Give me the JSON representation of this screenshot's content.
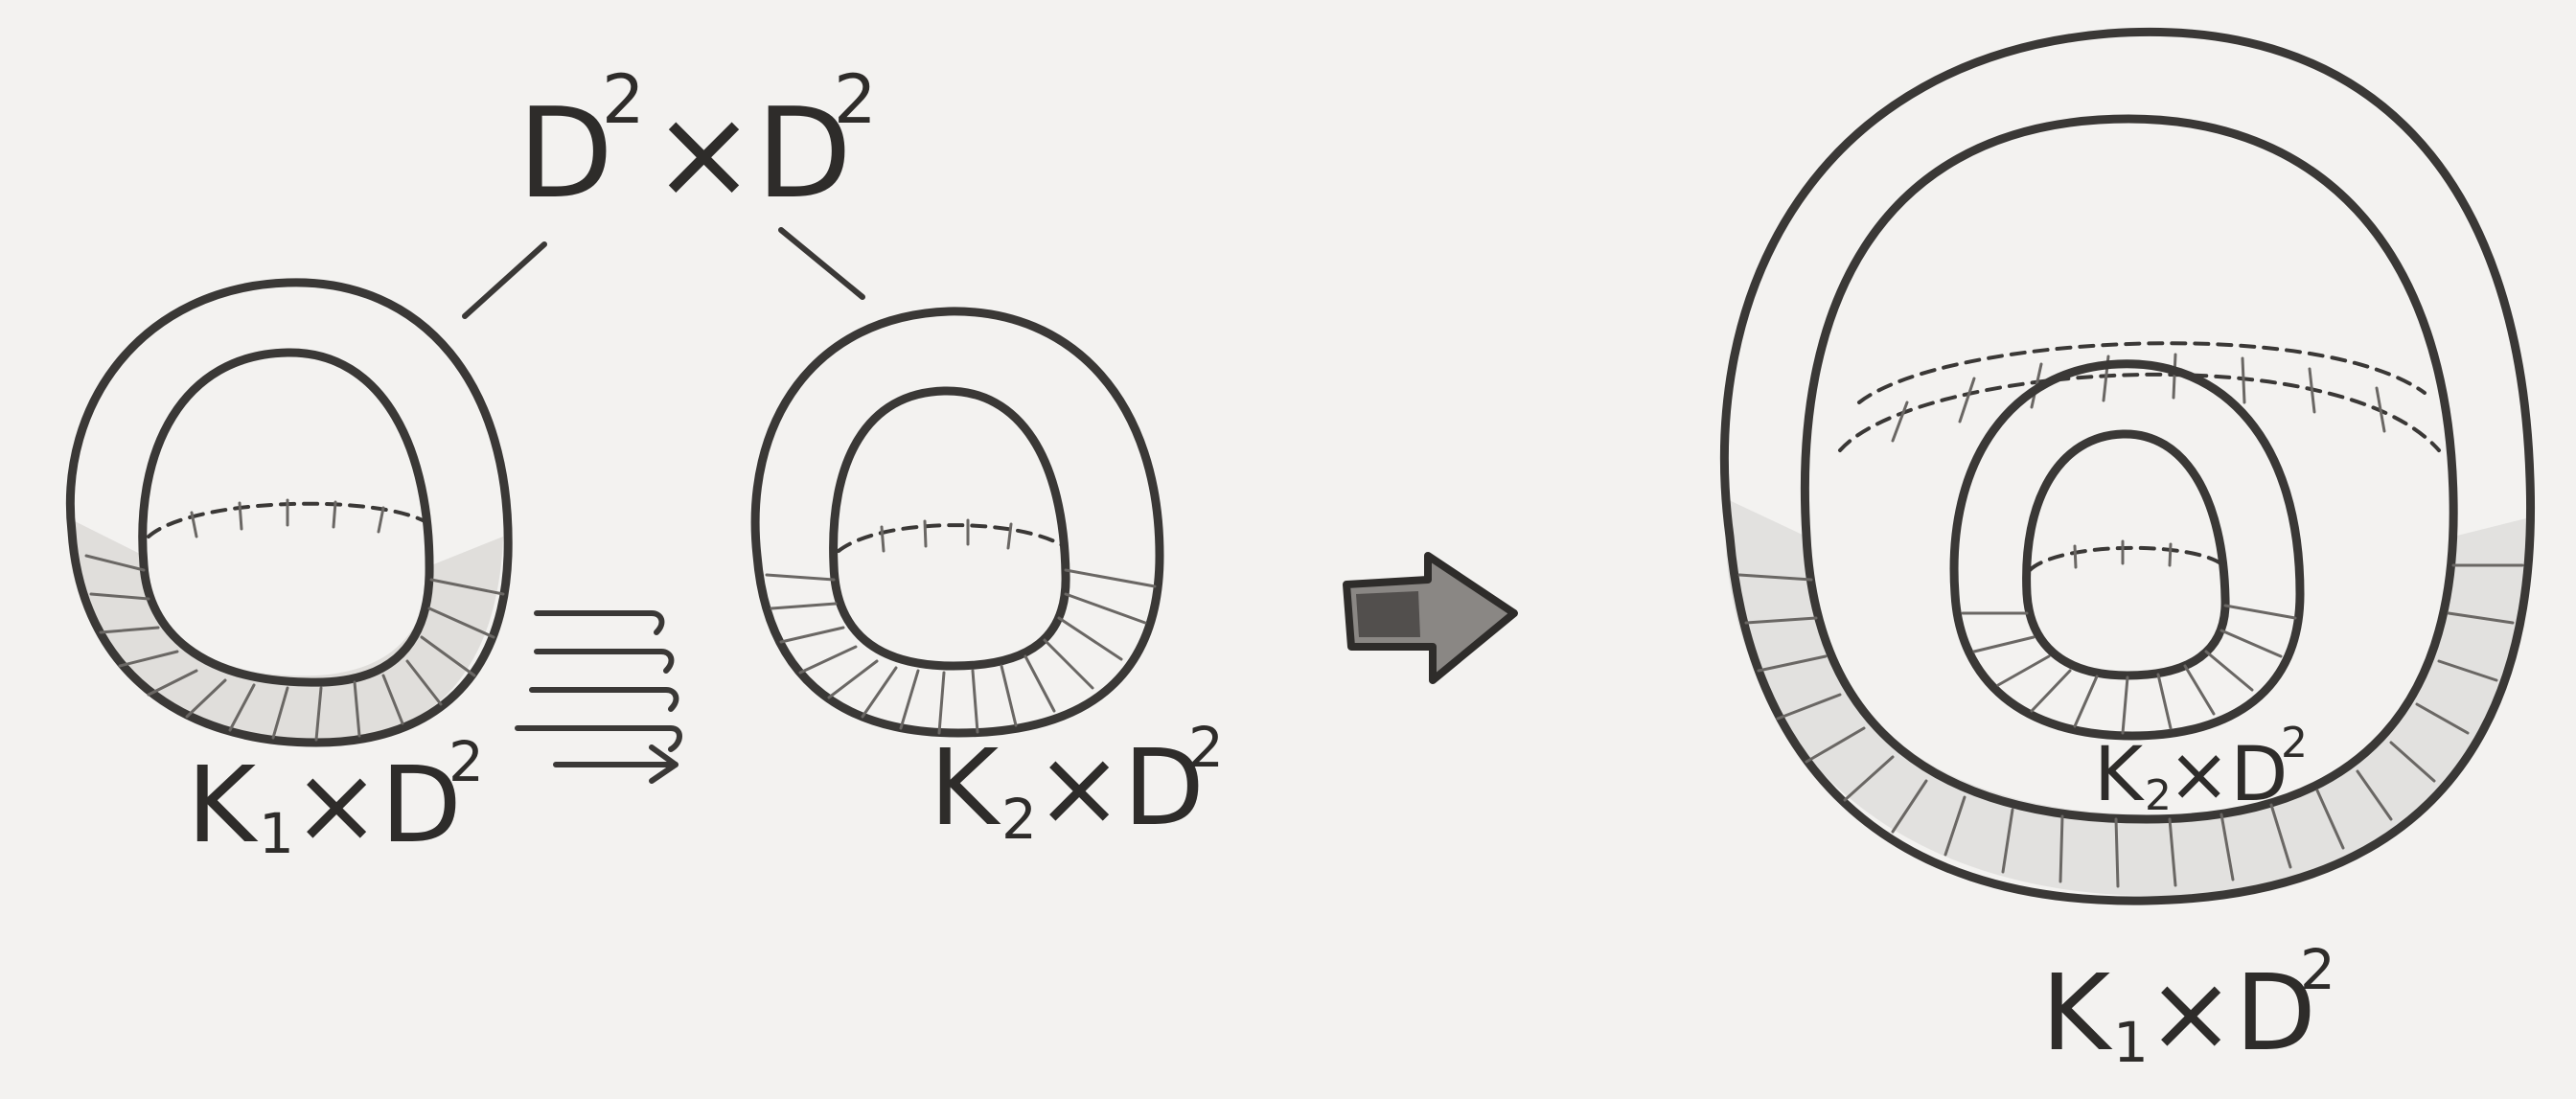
{
  "labels": {
    "top_left": {
      "base": "D",
      "exp": "2",
      "mid": "×D",
      "exp2": "2"
    },
    "left_torus": {
      "base": "K",
      "sub": "1",
      "mid": "×D",
      "exp": "2"
    },
    "middle_torus": {
      "base": "K",
      "sub": "2",
      "mid": "×D",
      "exp": "2"
    },
    "inner_right": {
      "base": "K",
      "sub": "2",
      "mid": "×D",
      "exp": "2"
    },
    "outer_right": {
      "base": "K",
      "sub": "1",
      "mid": "×D",
      "exp": "2"
    }
  },
  "icons": {
    "arrow": "right-arrow-icon",
    "motion_lines": "motion-lines-icon"
  },
  "colors": {
    "paper": "#f3f2f0",
    "ink": "#3a3836",
    "hatch": "#6a6764",
    "shade": "#cfcdca"
  }
}
